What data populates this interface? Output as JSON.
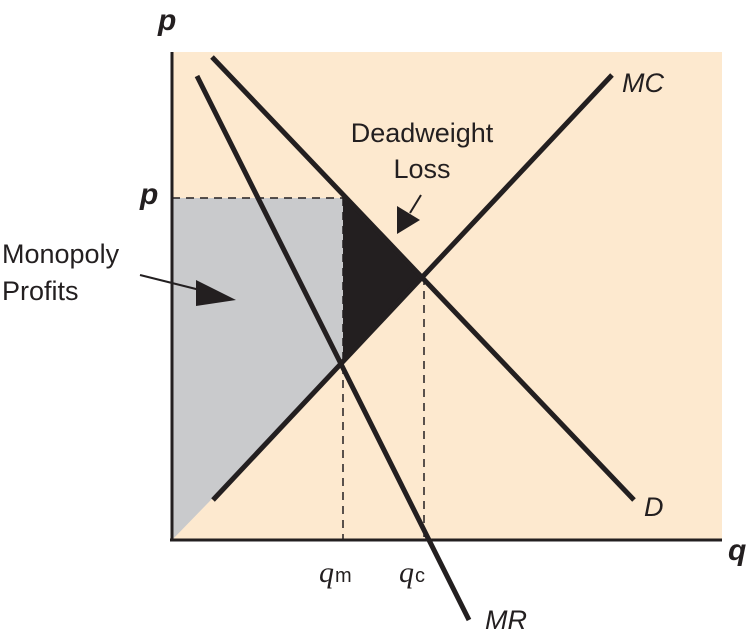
{
  "diagram": {
    "axis_labels": {
      "y": "p",
      "x": "q",
      "price_tick": "p"
    },
    "curve_labels": {
      "mc": "MC",
      "d": "D",
      "mr": "MR"
    },
    "quantity_labels": {
      "qm": "q",
      "qm_sub": "m",
      "qc": "q",
      "qc_sub": "c"
    },
    "annotations": {
      "deadweight_line1": "Deadweight",
      "deadweight_line2": "Loss",
      "profits_line1": "Monopoly",
      "profits_line2": "Profits"
    },
    "colors": {
      "background": "#fde9cf",
      "profit_area": "#c9cacc",
      "deadweight_area": "#231f20",
      "lines": "#231f20"
    }
  }
}
